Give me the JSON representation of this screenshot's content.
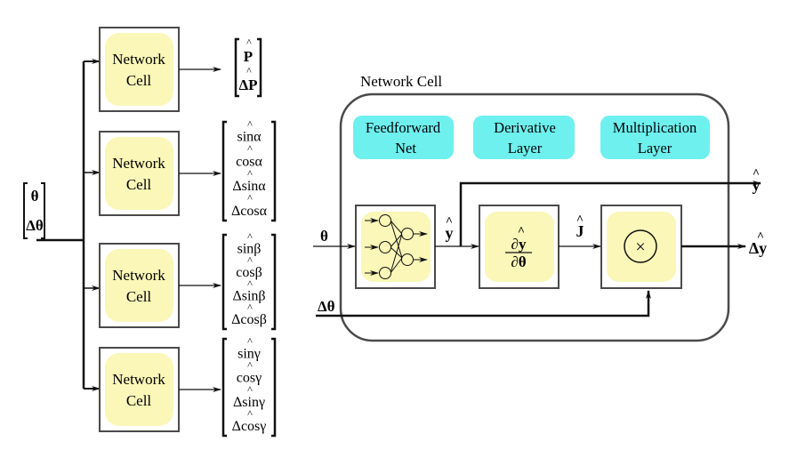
{
  "left": {
    "input_vector": [
      "θ",
      "Δθ"
    ],
    "cells": [
      {
        "label_line1": "Network",
        "label_line2": "Cell",
        "outputs": [
          "P",
          "ΔP"
        ],
        "bold": true
      },
      {
        "label_line1": "Network",
        "label_line2": "Cell",
        "outputs": [
          "sinα",
          "cosα",
          "Δsinα",
          "Δcosα"
        ],
        "bold": false
      },
      {
        "label_line1": "Network",
        "label_line2": "Cell",
        "outputs": [
          "sinβ",
          "cosβ",
          "Δsinβ",
          "Δcosβ"
        ],
        "bold": false
      },
      {
        "label_line1": "Network",
        "label_line2": "Cell",
        "outputs": [
          "sinγ",
          "cosγ",
          "Δsinγ",
          "Δcosγ"
        ],
        "bold": false
      }
    ]
  },
  "right": {
    "title": "Network Cell",
    "legend": [
      {
        "line1": "Feedforward",
        "line2": "Net"
      },
      {
        "line1": "Derivative",
        "line2": "Layer"
      },
      {
        "line1": "Multiplication",
        "line2": "Layer"
      }
    ],
    "input_theta": "θ",
    "input_dtheta": "Δθ",
    "yhat": "y",
    "jhat": "J",
    "deriv_num": "∂y",
    "deriv_den": "∂θ",
    "mult_symbol": "×",
    "out_y": "y",
    "out_dy": "Δy",
    "hat": "^"
  },
  "colors": {
    "cell_fill": "#fbf7b8",
    "legend_fill": "#6ef0ee",
    "stroke": "#4a4a4a"
  }
}
